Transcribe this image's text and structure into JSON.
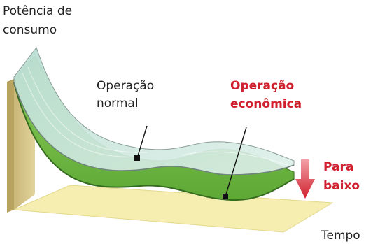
{
  "axis": {
    "y_label_line1": "Potência de",
    "y_label_line2": "consumo",
    "x_label": "Tempo"
  },
  "curves": {
    "normal_line1": "Operação",
    "normal_line2": "normal",
    "economic_line1": "Operação",
    "economic_line2": "econômica"
  },
  "direction": {
    "line1": "Para",
    "line2": "baixo"
  },
  "colors": {
    "wall": "#d9c98c",
    "floor": "#f6eeb0",
    "normal_sheet": "#c9e4dc",
    "economic_sheet": "#7cc24a",
    "highlight": "#d0202e"
  }
}
